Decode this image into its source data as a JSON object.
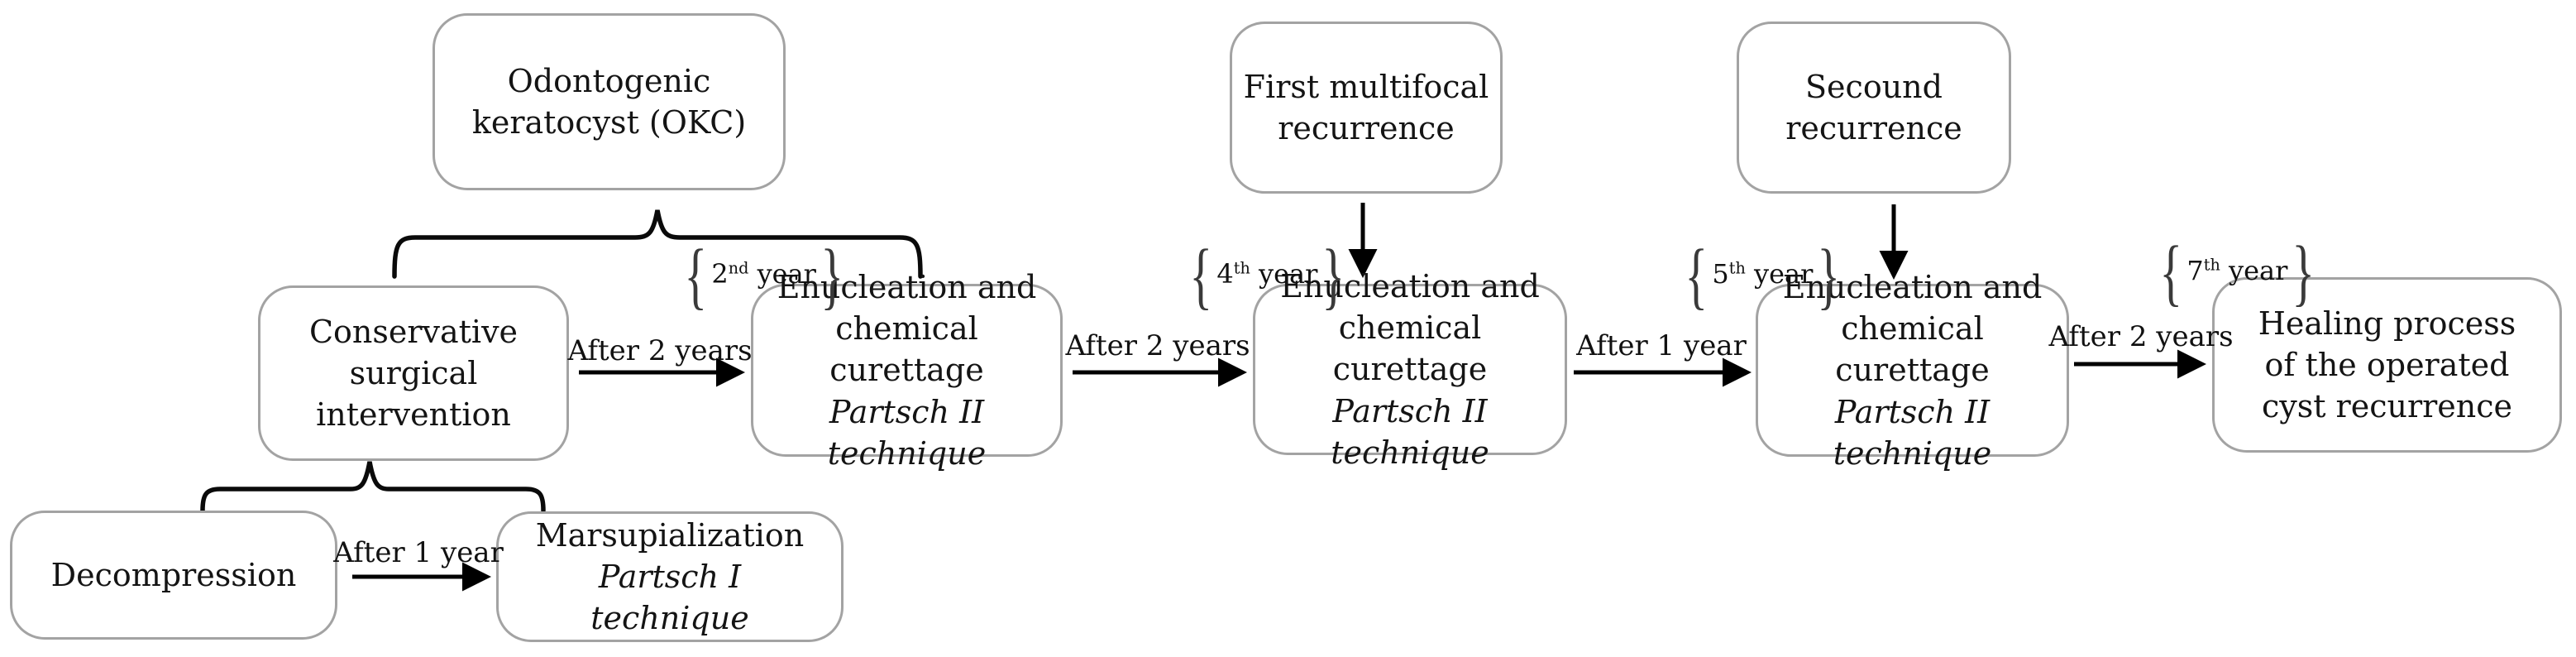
{
  "boxes": {
    "okc": "Odontogenic keratocyst (OKC)",
    "first_recurrence": "First multifocal recurrence",
    "second_recurrence": "Secound recurrence",
    "conservative": "Conservative surgical intervention",
    "enucleation": [
      {
        "line1": "Enucleation and chemical curettage",
        "line2": "Partsch II technique"
      },
      {
        "line1": "Enucleation and chemical curettage",
        "line2": "Partsch II technique"
      },
      {
        "line1": "Enucleation and chemical curettage",
        "line2": "Partsch II technique"
      }
    ],
    "healing": "Healing process of the operated cyst recurrence",
    "decompression": "Decompression",
    "marsupialization": {
      "line1": "Marsupialization",
      "line2": "Partsch I technique"
    }
  },
  "arrow_labels": {
    "conservative_to_enucleation1": "After 2 years",
    "enucleation1_to_enucleation2": "After 2 years",
    "enucleation2_to_enucleation3": "After 1 year",
    "enucleation3_to_healing": "After 2 years",
    "decompression_to_marsupialization": "After 1 year"
  },
  "year_markers": [
    {
      "number": "2",
      "ordinal": "nd",
      "unit": "year"
    },
    {
      "number": "4",
      "ordinal": "th",
      "unit": "year"
    },
    {
      "number": "5",
      "ordinal": "th",
      "unit": "year"
    },
    {
      "number": "7",
      "ordinal": "th",
      "unit": "year"
    }
  ],
  "glyphs": {
    "left_brace": "{",
    "right_brace": "}"
  },
  "colors": {
    "background": "#ffffff",
    "box_border": "#a3a3a3",
    "text": "#111111",
    "connector": "#000000"
  }
}
